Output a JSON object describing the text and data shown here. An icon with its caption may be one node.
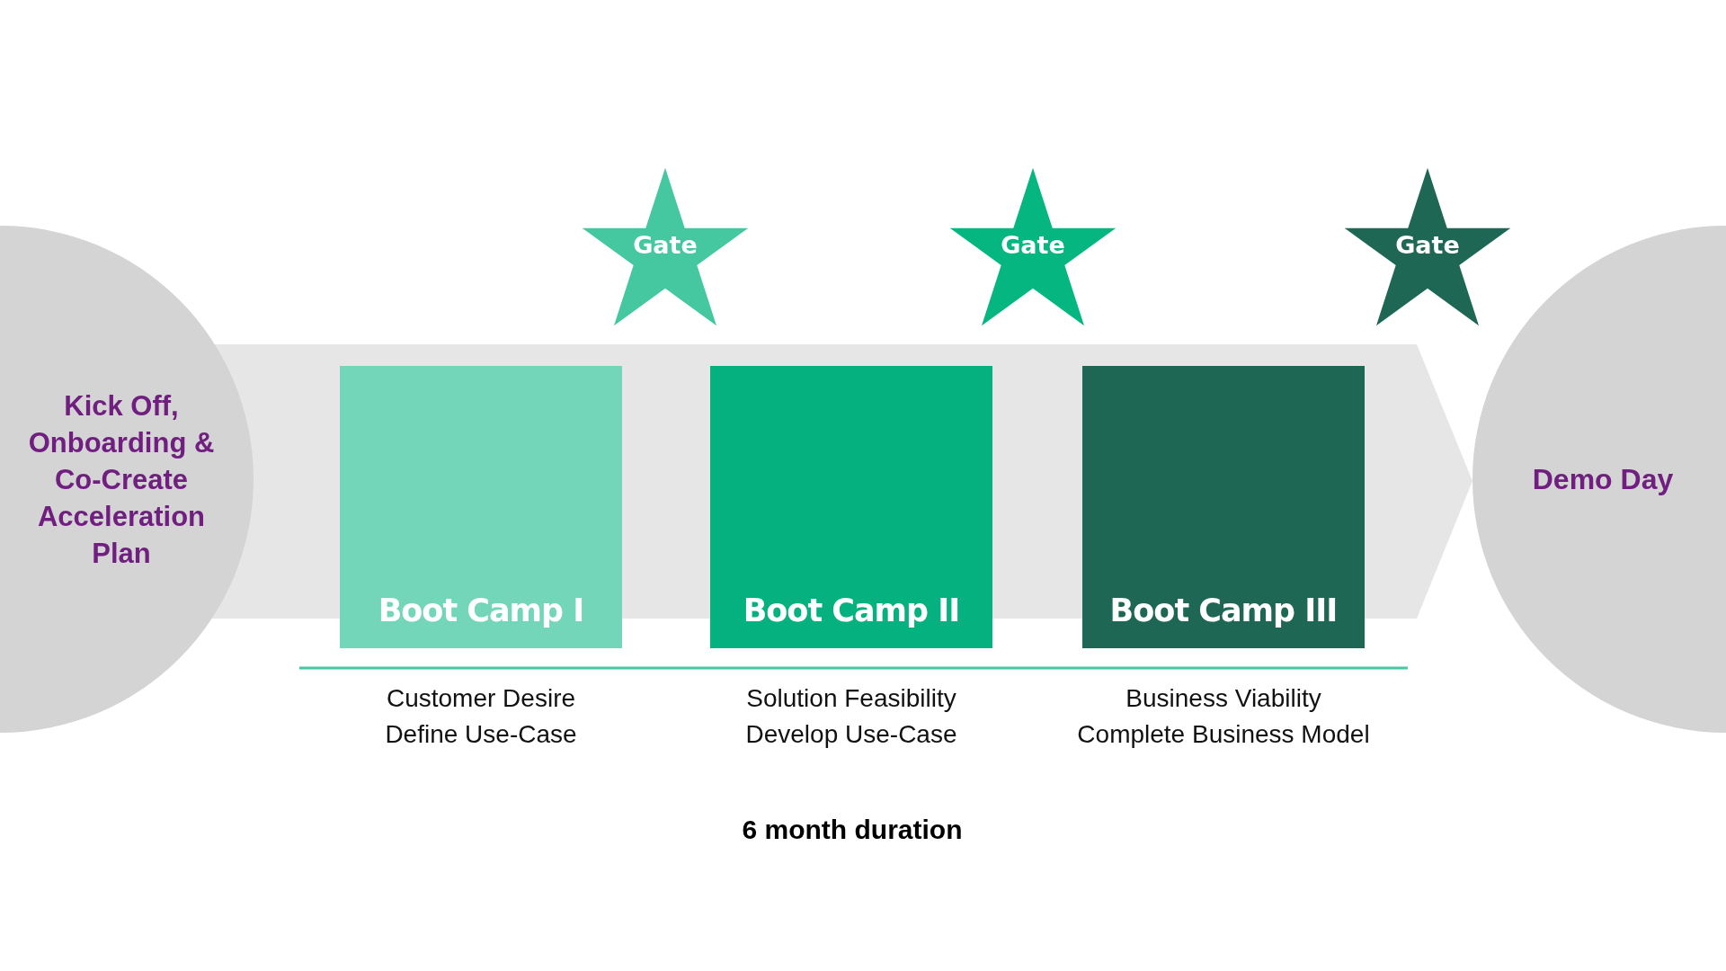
{
  "diagram": {
    "nodes": [
      {
        "text": [
          "Kick Off, Onboarding & Co-Create Acceleration Plan"
        ]
      },
      {
        "text": [
          "Gate"
        ]
      },
      {
        "text": [
          "Boot Camp I"
        ],
        "beside": [
          "Customer Desire",
          "Define Use-Case"
        ]
      },
      {
        "text": [
          "Gate"
        ]
      },
      {
        "text": [
          "Boot Camp II"
        ],
        "beside": [
          "Solution Feasibility",
          "Develop Use-Case"
        ]
      },
      {
        "text": [
          "Gate"
        ]
      },
      {
        "text": [
          "Boot Camp III"
        ],
        "beside": [
          "Business Viability",
          "Complete Business Model"
        ]
      },
      {
        "text": [
          "Demo Day"
        ]
      }
    ],
    "labels": [
      "6 month duration"
    ]
  }
}
